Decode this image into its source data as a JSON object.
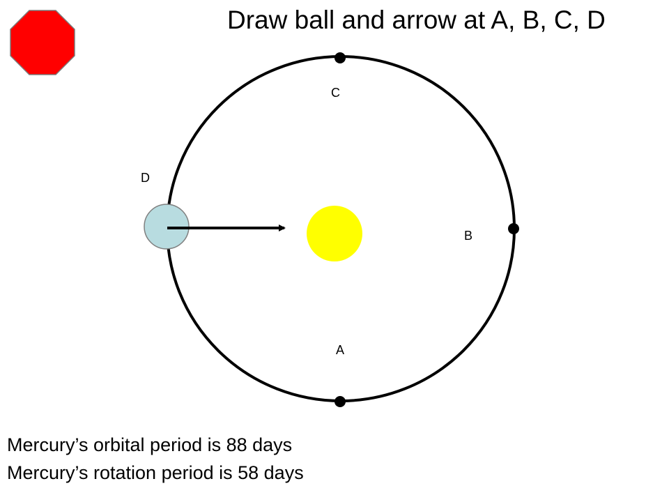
{
  "title": "Draw ball and arrow at A, B, C, D",
  "points": {
    "a": "A",
    "b": "B",
    "c": "C",
    "d": "D"
  },
  "captions": [
    "Mercury’s orbital period is 88 days",
    "Mercury’s rotation period is 58 days"
  ],
  "colors": {
    "stop_sign": "#ff0000",
    "sun": "#ffff00",
    "planet": "#b8dce0",
    "orbit": "#000000"
  },
  "icons": [
    "stop-sign-icon",
    "sun",
    "mercury-planet",
    "arrow"
  ]
}
